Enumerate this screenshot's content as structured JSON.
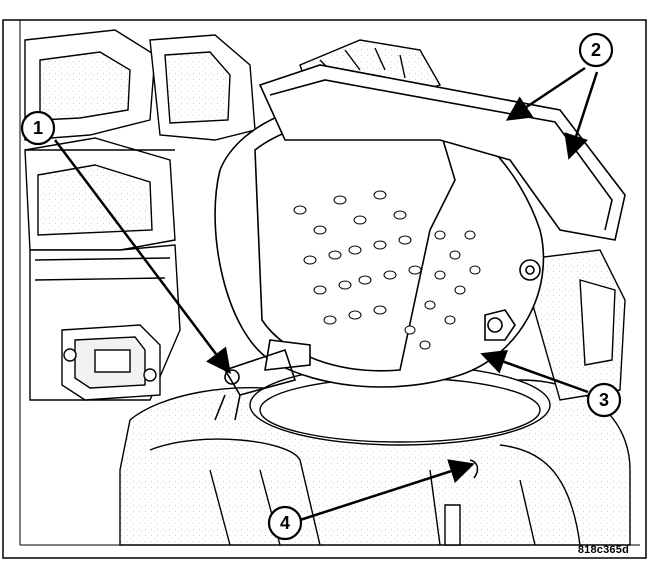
{
  "callouts": [
    {
      "label": "1"
    },
    {
      "label": "2"
    },
    {
      "label": "3"
    },
    {
      "label": "4"
    }
  ],
  "figure_id": "818c365d"
}
